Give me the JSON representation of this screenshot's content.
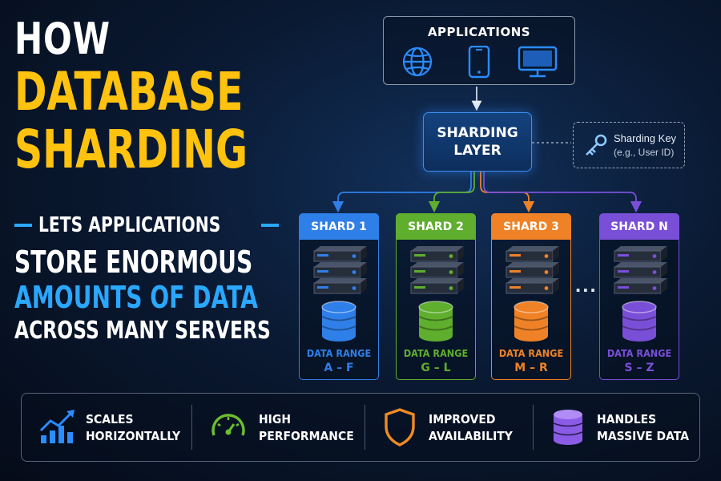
{
  "headline": {
    "line1": "HOW",
    "line2": "DATABASE",
    "line3": "SHARDING",
    "line4": "LETS APPLICATIONS",
    "line5": "STORE ENORMOUS",
    "line6": "AMOUNTS OF DATA",
    "line7": "ACROSS MANY SERVERS"
  },
  "applications": {
    "title": "APPLICATIONS",
    "icons": [
      "globe-icon",
      "smartphone-icon",
      "desktop-monitor-icon"
    ]
  },
  "sharding_layer": {
    "label": "SHARDING\nLAYER"
  },
  "sharding_key": {
    "title": "Sharding Key",
    "subtitle": "(e.g., User ID)",
    "icon": "key-icon"
  },
  "shards": [
    {
      "name": "SHARD 1",
      "range_label": "DATA RANGE",
      "range": "A – F",
      "color": "#2f7fe8"
    },
    {
      "name": "SHARD 2",
      "range_label": "DATA RANGE",
      "range": "G – L",
      "color": "#5fae2e"
    },
    {
      "name": "SHARD 3",
      "range_label": "DATA RANGE",
      "range": "M – R",
      "color": "#ef8226"
    },
    {
      "name": "SHARD N",
      "range_label": "DATA RANGE",
      "range": "S – Z",
      "color": "#7a4fd8"
    }
  ],
  "ellipsis": "...",
  "benefits": [
    {
      "label": "SCALES\nHORIZONTALLY",
      "icon": "growth-chart-icon",
      "color": "#2a8cff"
    },
    {
      "label": "HIGH\nPERFORMANCE",
      "icon": "speedometer-icon",
      "color": "#6cbf2f"
    },
    {
      "label": "IMPROVED\nAVAILABILITY",
      "icon": "shield-icon",
      "color": "#f08a24"
    },
    {
      "label": "HANDLES\nMASSIVE DATA",
      "icon": "database-icon",
      "color": "#8a5ce6"
    }
  ],
  "colors": {
    "title_yellow": "#ffc20e",
    "accent_blue": "#2aa7ff",
    "background": "#0a1a33"
  }
}
